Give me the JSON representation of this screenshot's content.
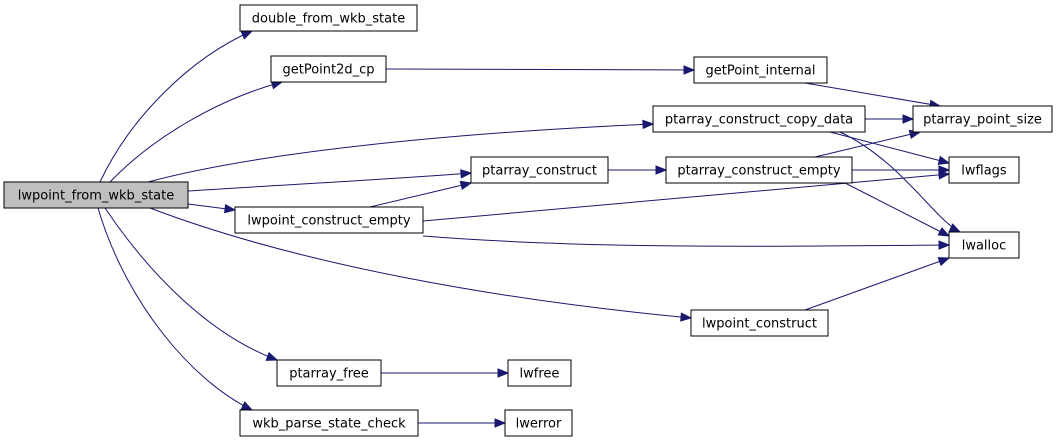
{
  "graph": {
    "root": "lwpoint_from_wkb_state",
    "nodes": [
      {
        "id": "lwpoint_from_wkb_state",
        "label": "lwpoint_from_wkb_state",
        "root": true
      },
      {
        "id": "double_from_wkb_state",
        "label": "double_from_wkb_state"
      },
      {
        "id": "getPoint2d_cp",
        "label": "getPoint2d_cp"
      },
      {
        "id": "getPoint_internal",
        "label": "getPoint_internal"
      },
      {
        "id": "ptarray_construct_copy_data",
        "label": "ptarray_construct_copy_data"
      },
      {
        "id": "ptarray_point_size",
        "label": "ptarray_point_size"
      },
      {
        "id": "ptarray_construct",
        "label": "ptarray_construct"
      },
      {
        "id": "ptarray_construct_empty",
        "label": "ptarray_construct_empty"
      },
      {
        "id": "lwflags",
        "label": "lwflags"
      },
      {
        "id": "lwpoint_construct_empty",
        "label": "lwpoint_construct_empty"
      },
      {
        "id": "lwalloc",
        "label": "lwalloc"
      },
      {
        "id": "lwpoint_construct",
        "label": "lwpoint_construct"
      },
      {
        "id": "ptarray_free",
        "label": "ptarray_free"
      },
      {
        "id": "lwfree",
        "label": "lwfree"
      },
      {
        "id": "wkb_parse_state_check",
        "label": "wkb_parse_state_check"
      },
      {
        "id": "lwerror",
        "label": "lwerror"
      }
    ],
    "edges": [
      {
        "from": "lwpoint_from_wkb_state",
        "to": "double_from_wkb_state"
      },
      {
        "from": "lwpoint_from_wkb_state",
        "to": "getPoint2d_cp"
      },
      {
        "from": "lwpoint_from_wkb_state",
        "to": "ptarray_construct_copy_data"
      },
      {
        "from": "lwpoint_from_wkb_state",
        "to": "ptarray_construct"
      },
      {
        "from": "lwpoint_from_wkb_state",
        "to": "lwpoint_construct_empty"
      },
      {
        "from": "lwpoint_from_wkb_state",
        "to": "lwpoint_construct"
      },
      {
        "from": "lwpoint_from_wkb_state",
        "to": "ptarray_free"
      },
      {
        "from": "lwpoint_from_wkb_state",
        "to": "wkb_parse_state_check"
      },
      {
        "from": "getPoint2d_cp",
        "to": "getPoint_internal"
      },
      {
        "from": "getPoint_internal",
        "to": "ptarray_point_size"
      },
      {
        "from": "ptarray_construct_copy_data",
        "to": "ptarray_point_size"
      },
      {
        "from": "ptarray_construct_copy_data",
        "to": "lwflags"
      },
      {
        "from": "ptarray_construct_copy_data",
        "to": "lwalloc"
      },
      {
        "from": "ptarray_construct",
        "to": "ptarray_construct_empty"
      },
      {
        "from": "ptarray_construct_empty",
        "to": "ptarray_point_size"
      },
      {
        "from": "ptarray_construct_empty",
        "to": "lwflags"
      },
      {
        "from": "ptarray_construct_empty",
        "to": "lwalloc"
      },
      {
        "from": "lwpoint_construct_empty",
        "to": "ptarray_construct"
      },
      {
        "from": "lwpoint_construct_empty",
        "to": "lwflags"
      },
      {
        "from": "lwpoint_construct_empty",
        "to": "lwalloc"
      },
      {
        "from": "lwpoint_construct",
        "to": "lwalloc"
      },
      {
        "from": "ptarray_free",
        "to": "lwfree"
      },
      {
        "from": "wkb_parse_state_check",
        "to": "lwerror"
      }
    ]
  }
}
